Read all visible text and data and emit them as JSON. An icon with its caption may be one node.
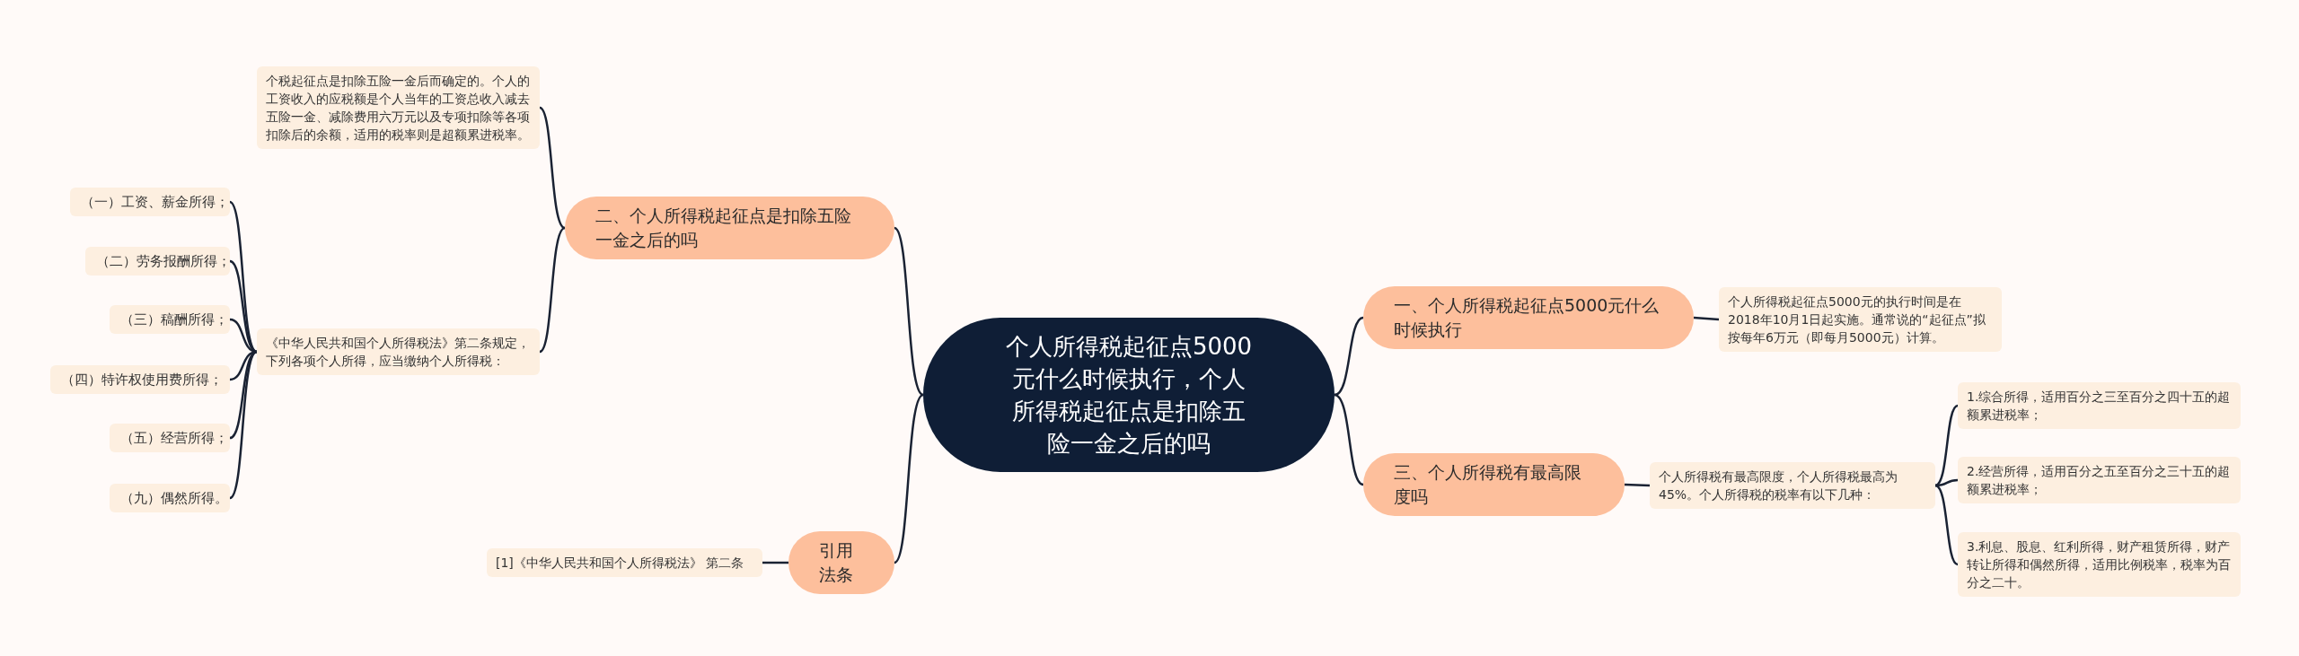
{
  "diagram": {
    "nodes": [
      {
        "text": [
          "个人所得税起征点5000元什么时候执行，个人所得税起征点是扣除五险一金之后的吗"
        ]
      },
      {
        "text": [
          "一、个人所得税起征点5000元什么时候执行"
        ]
      },
      {
        "text": [
          "个人所得税起征点5000元的执行时间是在2018年10月1日起实施。通常说的“起征点”拟按每年6万元（即每月5000元）计算。"
        ]
      },
      {
        "text": [
          "二、个人所得税起征点是扣除五险一金之后的吗"
        ]
      },
      {
        "text": [
          "个税起征点是扣除五险一金后而确定的。个人的工资收入的应税额是个人当年的工资总收入减去五险一金、减除费用六万元以及专项扣除等各项扣除后的余额，适用的税率则是超额累进税率。"
        ]
      },
      {
        "text": [
          "《中华人民共和国个人所得税法》第二条规定，下列各项个人所得，应当缴纳个人所得税："
        ]
      },
      {
        "text": [
          "（一）工资、薪金所得；"
        ]
      },
      {
        "text": [
          "（二）劳务报酬所得；"
        ]
      },
      {
        "text": [
          "（三）稿酬所得；"
        ]
      },
      {
        "text": [
          "（四）特许权使用费所得；"
        ]
      },
      {
        "text": [
          "（五）经营所得；"
        ]
      },
      {
        "text": [
          "（九）偶然所得。"
        ]
      },
      {
        "text": [
          "三、个人所得税有最高限度吗"
        ]
      },
      {
        "text": [
          "个人所得税有最高限度，个人所得税最高为45%。个人所得税的税率有以下几种："
        ]
      },
      {
        "text": [
          "1.综合所得，适用百分之三至百分之四十五的超额累进税率；"
        ]
      },
      {
        "text": [
          "2.经营所得，适用百分之五至百分之三十五的超额累进税率；"
        ]
      },
      {
        "text": [
          "3.利息、股息、红利所得，财产租赁所得，财产转让所得和偶然所得，适用比例税率，税率为百分之二十。"
        ]
      },
      {
        "text": [
          "引用法条"
        ]
      },
      {
        "text": [
          "[1]《中华人民共和国个人所得税法》 第二条"
        ]
      }
    ],
    "edges": [
      {
        "from": 0,
        "to": 1,
        "arrow": "none"
      },
      {
        "from": 1,
        "to": 2,
        "arrow": "none"
      },
      {
        "from": 0,
        "to": 3,
        "arrow": "none"
      },
      {
        "from": 3,
        "to": 4,
        "arrow": "none"
      },
      {
        "from": 3,
        "to": 5,
        "arrow": "none"
      },
      {
        "from": 5,
        "to": 6,
        "arrow": "none"
      },
      {
        "from": 5,
        "to": 7,
        "arrow": "none"
      },
      {
        "from": 5,
        "to": 8,
        "arrow": "none"
      },
      {
        "from": 5,
        "to": 9,
        "arrow": "none"
      },
      {
        "from": 5,
        "to": 10,
        "arrow": "none"
      },
      {
        "from": 5,
        "to": 11,
        "arrow": "none"
      },
      {
        "from": 0,
        "to": 12,
        "arrow": "none"
      },
      {
        "from": 12,
        "to": 13,
        "arrow": "none"
      },
      {
        "from": 13,
        "to": 14,
        "arrow": "none"
      },
      {
        "from": 13,
        "to": 15,
        "arrow": "none"
      },
      {
        "from": 13,
        "to": 16,
        "arrow": "none"
      },
      {
        "from": 0,
        "to": 17,
        "arrow": "none"
      },
      {
        "from": 17,
        "to": 18,
        "arrow": "none"
      }
    ]
  }
}
